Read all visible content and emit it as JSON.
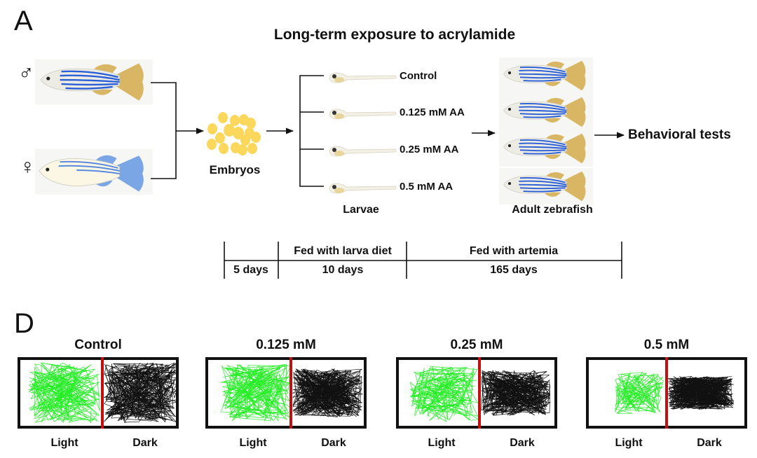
{
  "panel_a": {
    "letter": "A",
    "title": "Long-term exposure to acrylamide",
    "male_symbol": "♂",
    "female_symbol": "♀",
    "embryos_label": "Embryos",
    "larvae_groups": [
      "Control",
      "0.125 mM AA",
      "0.25 mM AA",
      "0.5 mM AA"
    ],
    "larvae_label": "Larvae",
    "adult_label": "Adult zebrafish",
    "behavioral_label": "Behavioral tests",
    "timeline": {
      "phases": [
        "Fed with larva diet",
        "Fed with artemia"
      ],
      "durations": [
        "5 days",
        "10 days",
        "165 days"
      ]
    }
  },
  "panel_d": {
    "letter": "D",
    "groups": [
      {
        "title": "Control",
        "left": "Light",
        "right": "Dark"
      },
      {
        "title": "0.125 mM",
        "left": "Light",
        "right": "Dark"
      },
      {
        "title": "0.25 mM",
        "left": "Light",
        "right": "Dark"
      },
      {
        "title": "0.5 mM",
        "left": "Light",
        "right": "Dark"
      }
    ]
  },
  "colors": {
    "light_trace": "#22ee22",
    "dark_trace": "#111111",
    "divider": "#c01010",
    "embryo": "#fbd75b",
    "stripe": "#2a5fd8"
  }
}
